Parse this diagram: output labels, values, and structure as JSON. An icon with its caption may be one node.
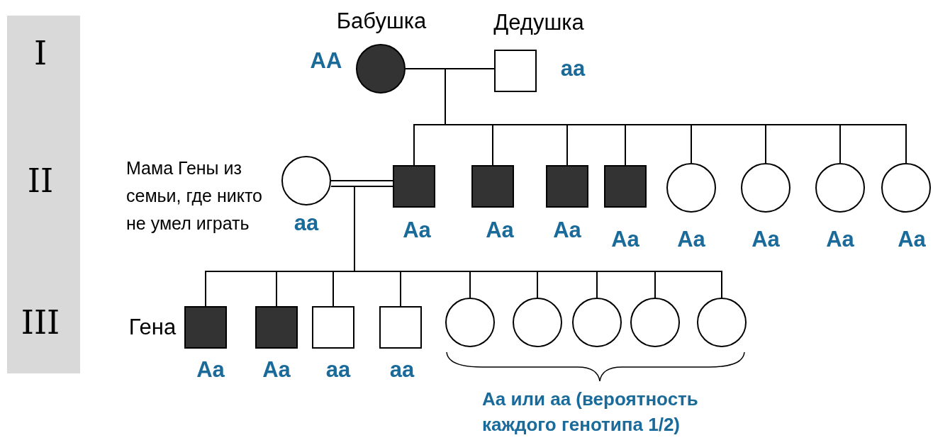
{
  "diagram": {
    "nodes": [
      {
        "text": [],
        "shape": "circle",
        "beside": [
          "Бабушка",
          "AA"
        ]
      },
      {
        "text": [],
        "shape": "box",
        "beside": [
          "Дедушка",
          "aa"
        ]
      },
      {
        "text": [],
        "shape": "circle",
        "beside": [
          "Мама Гены из семьи, где никто не умел играть",
          "aa"
        ]
      },
      {
        "text": [],
        "shape": "box",
        "beside": [
          "Aa"
        ]
      },
      {
        "text": [],
        "shape": "box",
        "beside": [
          "Aa"
        ]
      },
      {
        "text": [],
        "shape": "box",
        "beside": [
          "Aa"
        ]
      },
      {
        "text": [],
        "shape": "box",
        "beside": [
          "Aa"
        ]
      },
      {
        "text": [],
        "shape": "circle",
        "beside": [
          "Aa"
        ]
      },
      {
        "text": [],
        "shape": "circle",
        "beside": [
          "Aa"
        ]
      },
      {
        "text": [],
        "shape": "circle",
        "beside": [
          "Aa"
        ]
      },
      {
        "text": [],
        "shape": "circle",
        "beside": [
          "Aa"
        ]
      },
      {
        "text": [],
        "shape": "box",
        "beside": [
          "Гена",
          "Aa"
        ]
      },
      {
        "text": [],
        "shape": "box",
        "beside": [
          "Aa"
        ]
      },
      {
        "text": [],
        "shape": "box",
        "beside": [
          "aa"
        ]
      },
      {
        "text": [],
        "shape": "box",
        "beside": [
          "aa"
        ]
      },
      {
        "text": [],
        "shape": "circle"
      },
      {
        "text": [],
        "shape": "circle"
      },
      {
        "text": [],
        "shape": "circle"
      },
      {
        "text": [],
        "shape": "circle"
      },
      {
        "text": [],
        "shape": "circle"
      }
    ],
    "edges": [
      {
        "from": 0,
        "to": 1,
        "arrow": "none"
      },
      {
        "from": 0,
        "to": 3,
        "arrow": "none"
      },
      {
        "from": 1,
        "to": 3,
        "arrow": "none"
      },
      {
        "from": 0,
        "to": 4,
        "arrow": "none"
      },
      {
        "from": 1,
        "to": 4,
        "arrow": "none"
      },
      {
        "from": 0,
        "to": 5,
        "arrow": "none"
      },
      {
        "from": 1,
        "to": 5,
        "arrow": "none"
      },
      {
        "from": 0,
        "to": 6,
        "arrow": "none"
      },
      {
        "from": 1,
        "to": 6,
        "arrow": "none"
      },
      {
        "from": 0,
        "to": 7,
        "arrow": "none"
      },
      {
        "from": 1,
        "to": 7,
        "arrow": "none"
      },
      {
        "from": 0,
        "to": 8,
        "arrow": "none"
      },
      {
        "from": 1,
        "to": 8,
        "arrow": "none"
      },
      {
        "from": 0,
        "to": 9,
        "arrow": "none"
      },
      {
        "from": 1,
        "to": 9,
        "arrow": "none"
      },
      {
        "from": 0,
        "to": 10,
        "arrow": "none"
      },
      {
        "from": 1,
        "to": 10,
        "arrow": "none"
      },
      {
        "from": 2,
        "to": 3,
        "arrow": "none"
      },
      {
        "from": 2,
        "to": 11,
        "arrow": "none"
      },
      {
        "from": 3,
        "to": 11,
        "arrow": "none"
      },
      {
        "from": 2,
        "to": 12,
        "arrow": "none"
      },
      {
        "from": 3,
        "to": 12,
        "arrow": "none"
      },
      {
        "from": 2,
        "to": 13,
        "arrow": "none"
      },
      {
        "from": 3,
        "to": 13,
        "arrow": "none"
      },
      {
        "from": 2,
        "to": 14,
        "arrow": "none"
      },
      {
        "from": 3,
        "to": 14,
        "arrow": "none"
      },
      {
        "from": 2,
        "to": 15,
        "arrow": "none"
      },
      {
        "from": 3,
        "to": 15,
        "arrow": "none"
      },
      {
        "from": 2,
        "to": 16,
        "arrow": "none"
      },
      {
        "from": 3,
        "to": 16,
        "arrow": "none"
      },
      {
        "from": 2,
        "to": 17,
        "arrow": "none"
      },
      {
        "from": 3,
        "to": 17,
        "arrow": "none"
      },
      {
        "from": 2,
        "to": 18,
        "arrow": "none"
      },
      {
        "from": 3,
        "to": 18,
        "arrow": "none"
      },
      {
        "from": 2,
        "to": 19,
        "arrow": "none"
      },
      {
        "from": 3,
        "to": 19,
        "arrow": "none"
      }
    ],
    "labels": [
      "I",
      "II",
      "III",
      "Aa или aa (вероятность каждого генотипа 1/2)"
    ]
  }
}
